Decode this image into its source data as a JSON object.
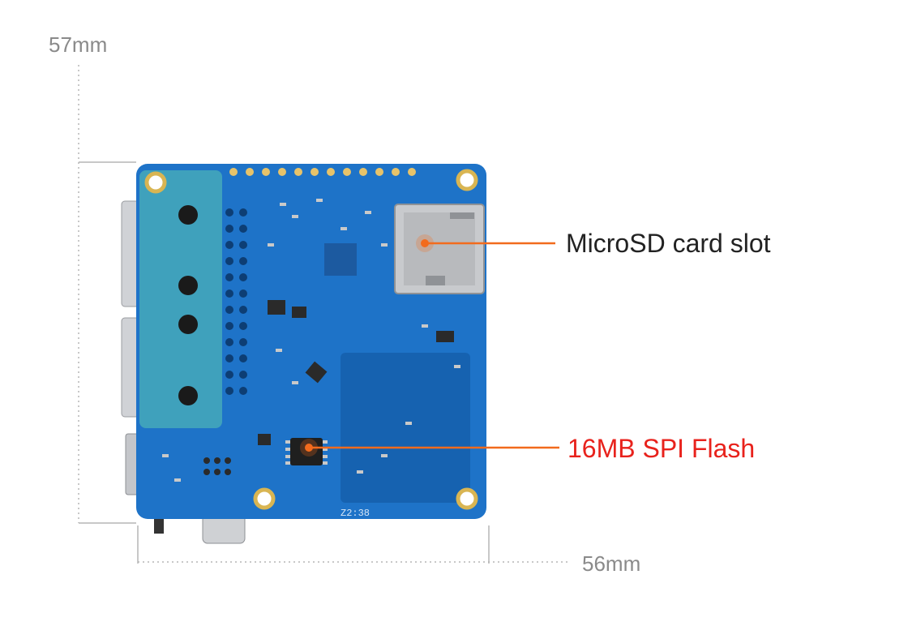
{
  "dimensions": {
    "height_label": "57mm",
    "width_label": "56mm"
  },
  "callouts": [
    {
      "label": "MicroSD card slot",
      "color": "#222222",
      "line_color": "#f26b1d"
    },
    {
      "label": "16MB SPI Flash",
      "color": "#e8221c",
      "line_color": "#f26b1d"
    }
  ],
  "board_silkscreen": {
    "marking": "Z2:38"
  },
  "colors": {
    "pcb": "#1e73c8",
    "pcb_dark": "#1662b0",
    "accent": "#f26b1d"
  }
}
